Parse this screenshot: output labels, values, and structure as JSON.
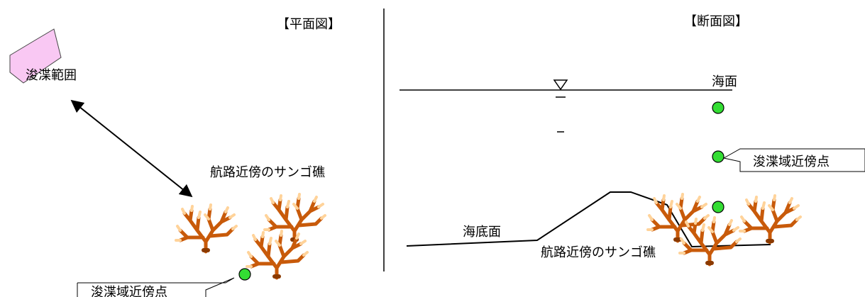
{
  "plan_view": {
    "title": "【平面図】",
    "dredge_area_label": "浚渫範囲",
    "coral_label": "航路近傍のサンゴ礁",
    "monitoring_point_label": "浚渫域近傍点"
  },
  "section_view": {
    "title": "【断面図】",
    "sea_surface_label": "海面",
    "seabed_label": "海底面",
    "coral_label": "航路近傍のサンゴ礁",
    "monitoring_point_label": "浚渫域近傍点"
  },
  "colors": {
    "dredge_area_fill": "#f9c8f3",
    "monitoring_point": "#33dd33",
    "coral_dark": "#c85a0a",
    "coral_light": "#ffe3b0"
  }
}
